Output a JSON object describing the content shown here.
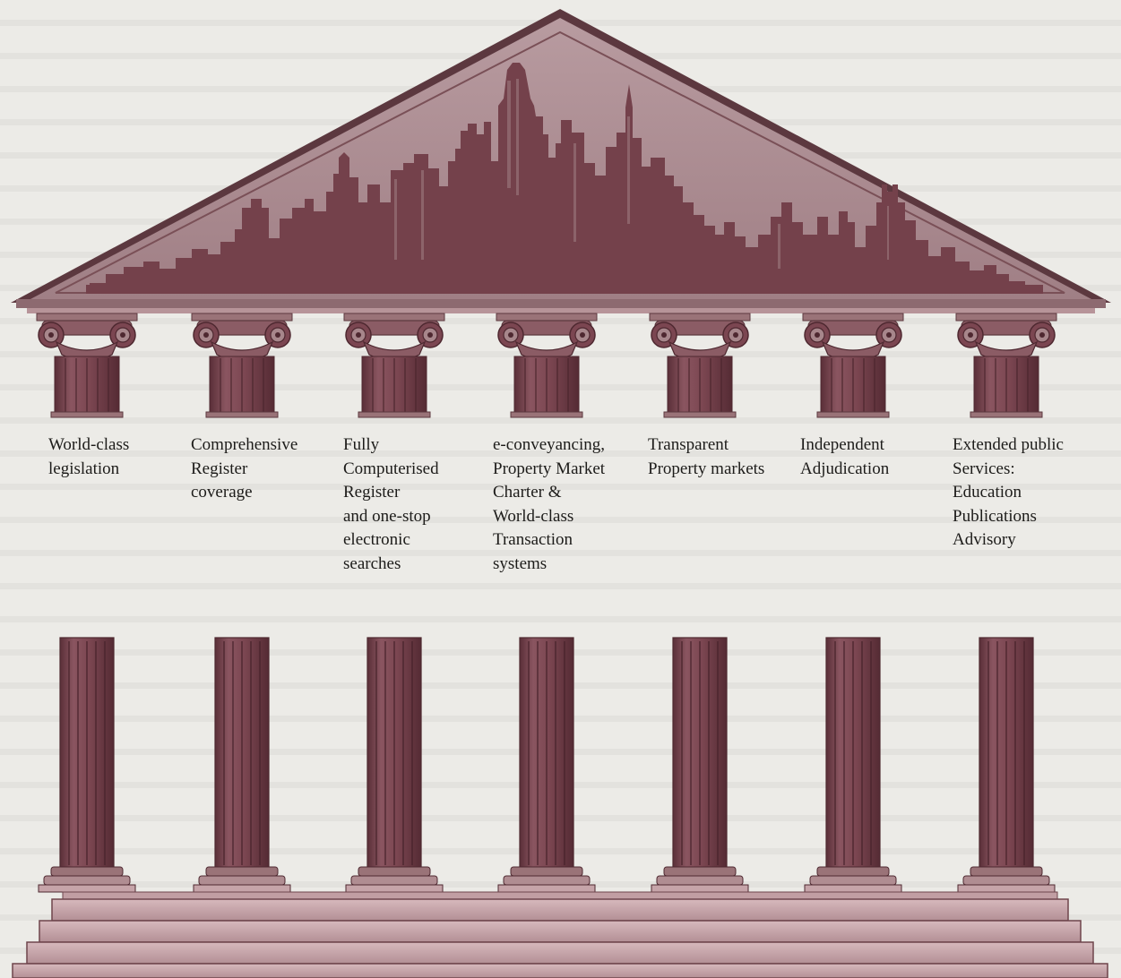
{
  "diagram": {
    "colors": {
      "pediment_fill": "#a7868b",
      "pediment_stroke": "#5c383f",
      "skyline": "#74414b",
      "column": "#7c4550",
      "column_dark": "#5e323b",
      "steps": "#c9a6ab"
    },
    "pillars": [
      {
        "label": "World-class\nlegislation"
      },
      {
        "label": "Comprehensive\nRegister\ncoverage"
      },
      {
        "label": "Fully\nComputerised\nRegister\nand one-stop\nelectronic\nsearches"
      },
      {
        "label": "e-conveyancing,\nProperty Market\nCharter &\nWorld-class\nTransaction\nsystems"
      },
      {
        "label": "Transparent\nProperty markets"
      },
      {
        "label": "Independent\nAdjudication"
      },
      {
        "label": "Extended public\nServices:\nEducation\nPublications\nAdvisory"
      }
    ]
  }
}
